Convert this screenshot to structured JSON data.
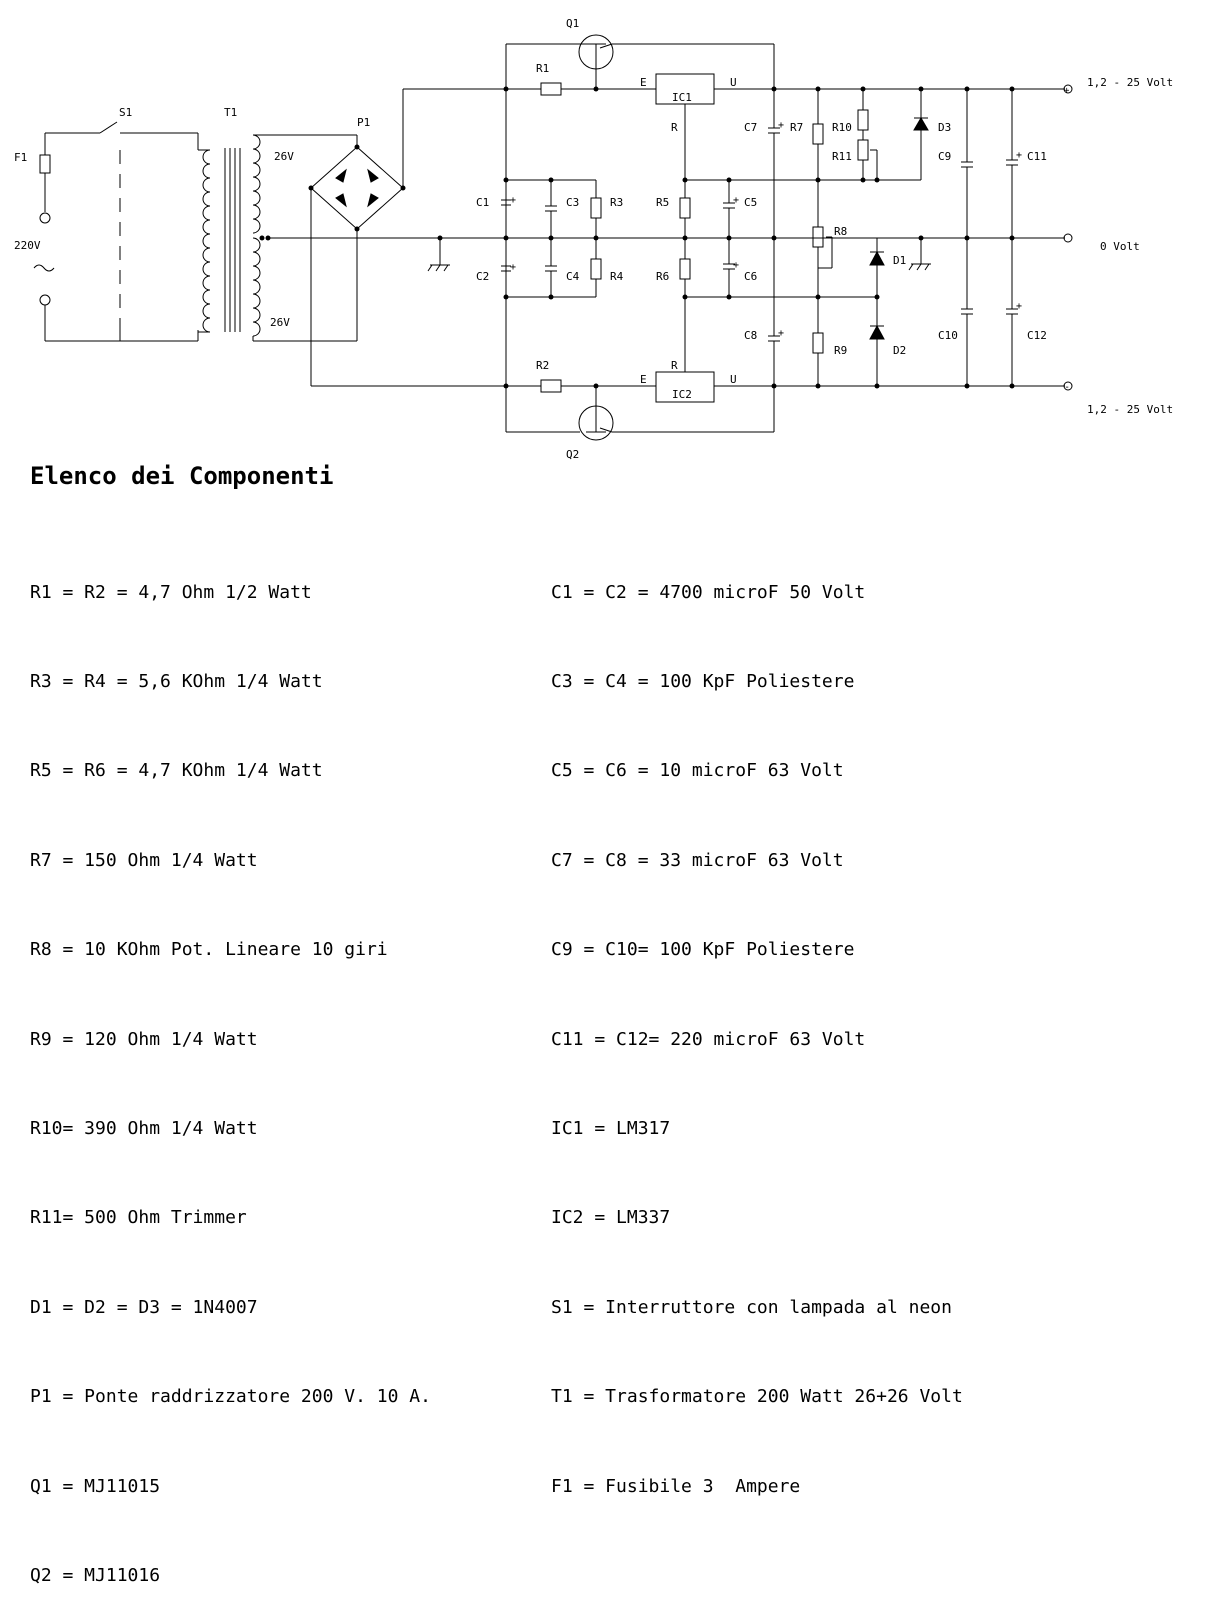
{
  "schematic": {
    "labels": {
      "q1": "Q1",
      "q2": "Q2",
      "s1": "S1",
      "t1": "T1",
      "p1": "P1",
      "f1": "F1",
      "mains": "220V",
      "sec_top": "26V",
      "sec_bot": "26V",
      "r1": "R1",
      "r2": "R2",
      "r3": "R3",
      "r4": "R4",
      "r5": "R5",
      "r6": "R6",
      "r7": "R7",
      "r8": "R8",
      "r9": "R9",
      "r10": "R10",
      "r11": "R11",
      "c1": "C1",
      "c2": "C2",
      "c3": "C3",
      "c4": "C4",
      "c5": "C5",
      "c6": "C6",
      "c7": "C7",
      "c8": "C8",
      "c9": "C9",
      "c10": "C10",
      "c11": "C11",
      "c12": "C12",
      "d1": "D1",
      "d2": "D2",
      "d3": "D3",
      "ic1": "IC1",
      "ic2": "IC2",
      "ic1_e": "E",
      "ic1_u": "U",
      "ic1_r": "R",
      "ic2_e": "E",
      "ic2_u": "U",
      "ic2_r": "R",
      "out_pos": "1,2 - 25 Volt",
      "out_zero": "0 Volt",
      "out_neg": "1,2 - 25 Volt"
    }
  },
  "list": {
    "title": "Elenco dei Componenti",
    "left": [
      "R1 = R2 = 4,7 Ohm 1/2 Watt",
      "R3 = R4 = 5,6 KOhm 1/4 Watt",
      "R5 = R6 = 4,7 KOhm 1/4 Watt",
      "R7 = 150 Ohm 1/4 Watt",
      "R8 = 10 KOhm Pot. Lineare 10 giri",
      "R9 = 120 Ohm 1/4 Watt",
      "R10= 390 Ohm 1/4 Watt",
      "R11= 500 Ohm Trimmer",
      "D1 = D2 = D3 = 1N4007",
      "P1 = Ponte raddrizzatore 200 V. 10 A.",
      "Q1 = MJ11015",
      "Q2 = MJ11016"
    ],
    "right": [
      "C1 = C2 = 4700 microF 50 Volt",
      "C3 = C4 = 100 KpF Poliestere",
      "C5 = C6 = 10 microF 63 Volt",
      "C7 = C8 = 33 microF 63 Volt",
      "C9 = C10= 100 KpF Poliestere",
      "C11 = C12= 220 microF 63 Volt",
      "IC1 = LM317",
      "IC2 = LM337",
      "S1 = Interruttore con lampada al neon",
      "T1 = Trasformatore 200 Watt 26+26 Volt",
      "F1 = Fusibile 3  Ampere"
    ]
  }
}
